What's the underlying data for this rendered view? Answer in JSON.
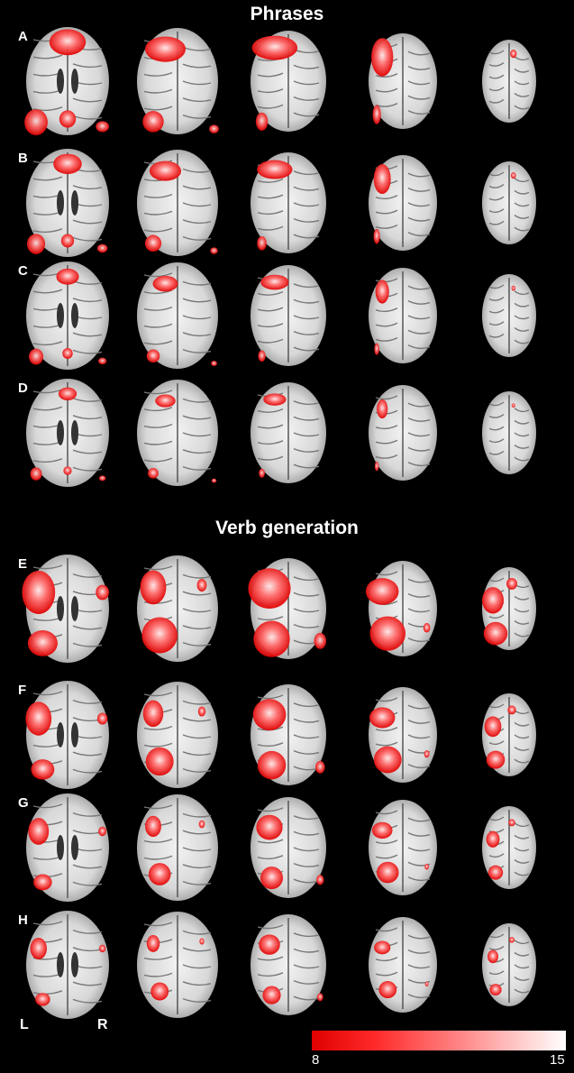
{
  "sections": [
    {
      "title": "Phrases",
      "rows": [
        "A",
        "B",
        "C",
        "D"
      ]
    },
    {
      "title": "Verb generation",
      "rows": [
        "E",
        "F",
        "G",
        "H"
      ]
    }
  ],
  "orientation": {
    "left": "L",
    "right": "R"
  },
  "colorbar": {
    "min": "8",
    "max": "15",
    "min_color": "#e00000",
    "max_color": "#ffffff"
  }
}
